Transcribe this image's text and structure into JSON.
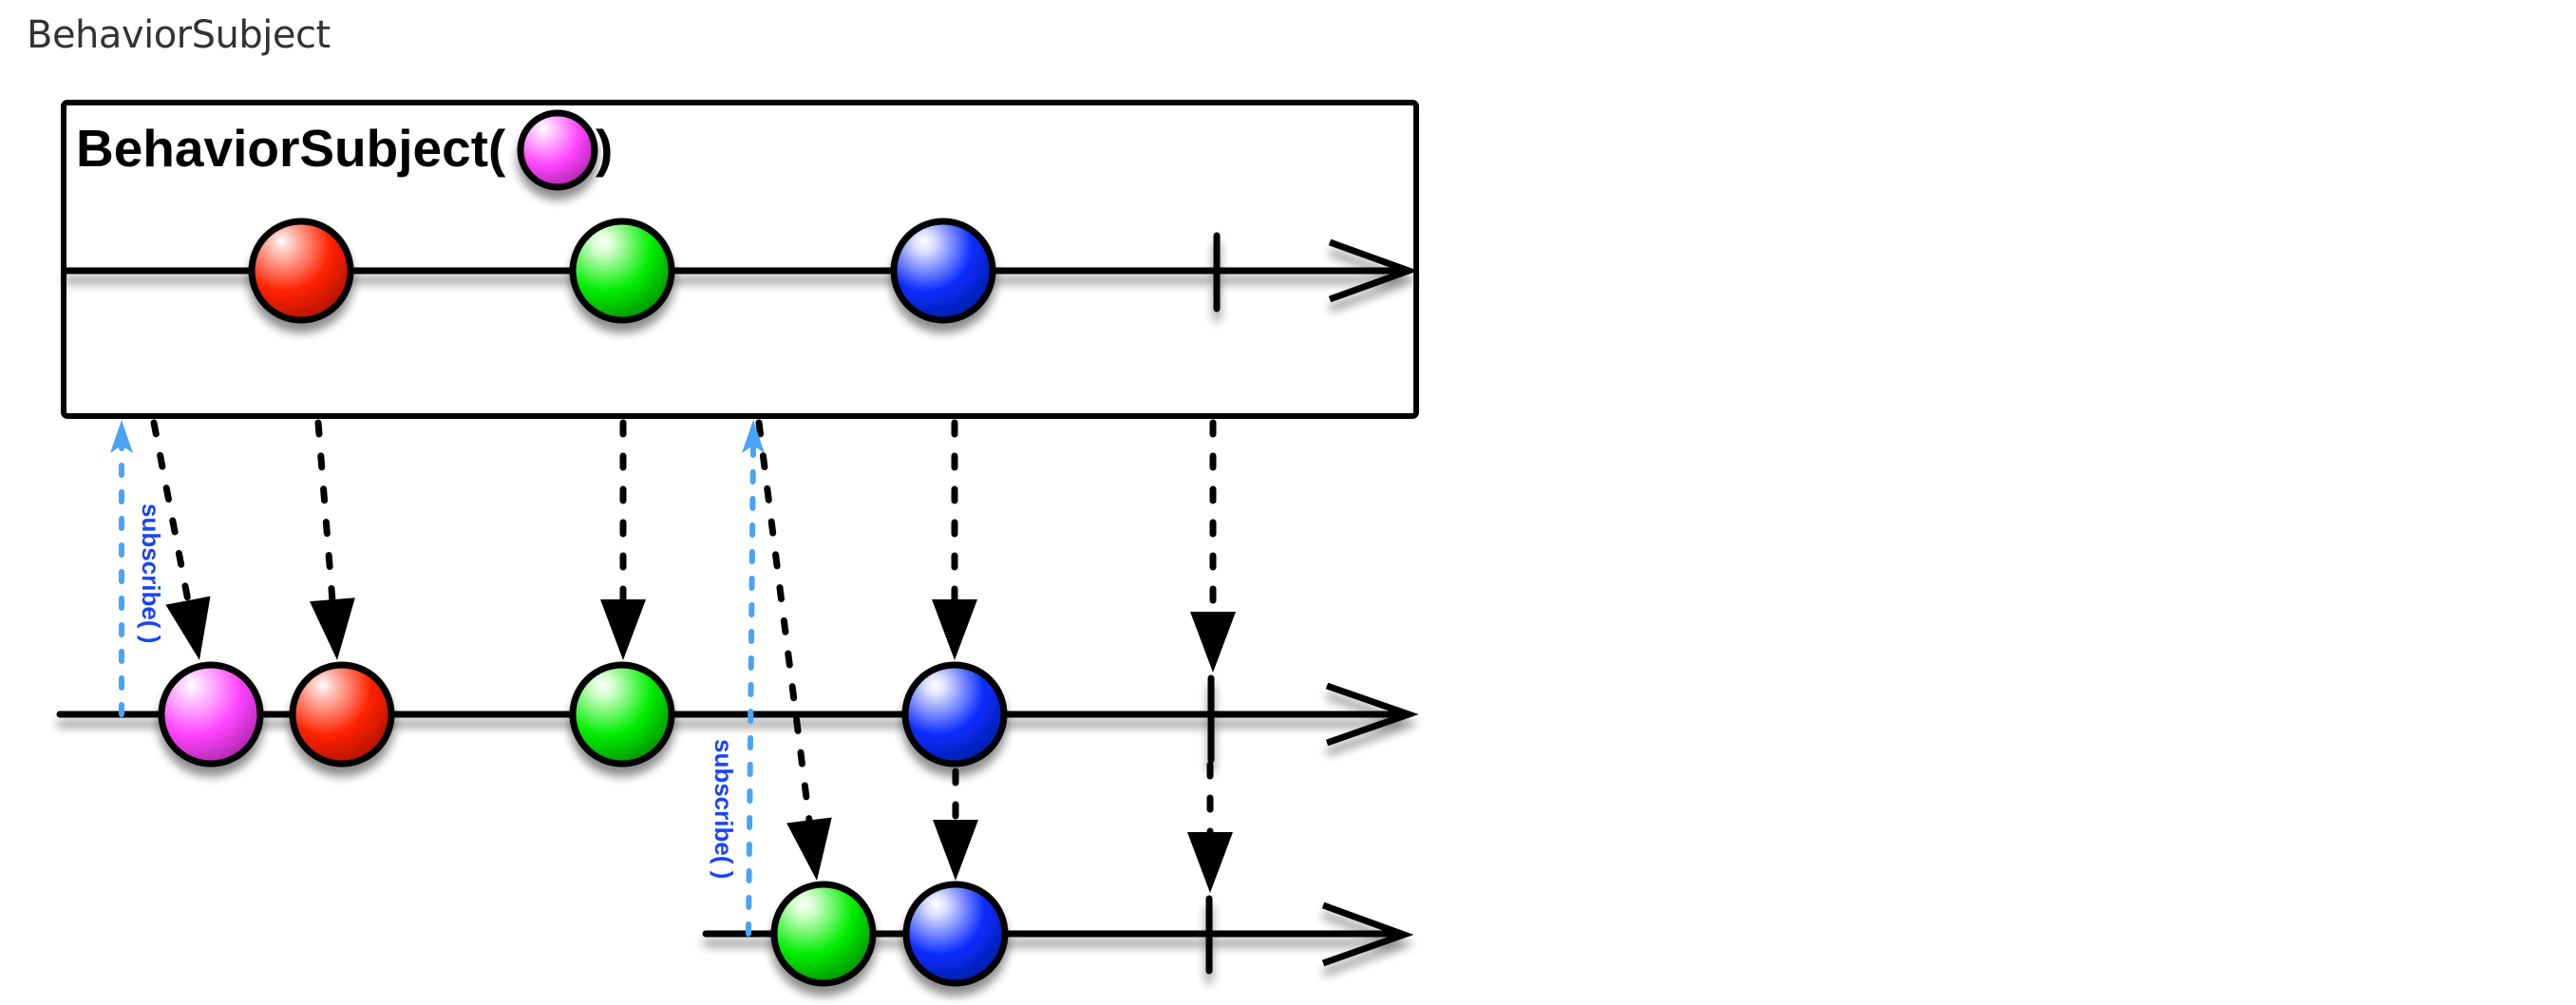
{
  "page": {
    "heading": "BehaviorSubject"
  },
  "diagram": {
    "title": "BehaviorSubject(",
    "title_close": ")",
    "initial_value_color": "magenta",
    "subscribe_label": "subscribe( )",
    "colors": {
      "subscribe_arrow": "#4aa3f5",
      "subscribe_text": "#1a44f5",
      "line": "#000000"
    },
    "marble_palette": {
      "magenta": {
        "light": "#ffd6ff",
        "base": "#ff44ff",
        "dark": "#9a1f9a"
      },
      "red": {
        "light": "#ffc8c0",
        "base": "#ff2200",
        "dark": "#9e1000"
      },
      "green": {
        "light": "#d8ffd0",
        "base": "#00ee00",
        "dark": "#007a00"
      },
      "blue": {
        "light": "#dde0ff",
        "base": "#0a2cff",
        "dark": "#001a8a"
      }
    },
    "source_stream": {
      "name": "subject",
      "events": [
        "red",
        "green",
        "blue"
      ],
      "completes": true
    },
    "observers": [
      {
        "name": "observer-1",
        "subscribed_after": "start",
        "received": [
          "magenta",
          "red",
          "green",
          "blue"
        ],
        "completes": true
      },
      {
        "name": "observer-2",
        "subscribed_after": "green",
        "received": [
          "green",
          "blue"
        ],
        "completes": true
      }
    ]
  }
}
